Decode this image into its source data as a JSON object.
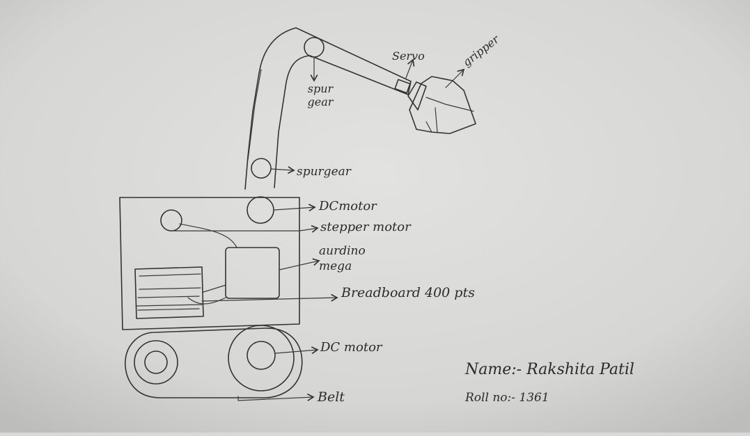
{
  "labels": {
    "servo": "Servo",
    "gripper": "gripper",
    "spur_gear_top": "spur gear",
    "spur_gear_mid": "spurgear",
    "dc_motor_top": "DCmotor",
    "stepper_motor": "stepper motor",
    "arduino_mega": "aurdino mega",
    "breadboard": "Breadboard 400 pts",
    "dc_motor_bottom": "DC motor",
    "belt": "Belt"
  },
  "signature": {
    "name_line": "Name:- Rakshita Patil",
    "roll_line": "Roll no:- 1361"
  },
  "colors": {
    "paper": "#d9d9d7",
    "ink": "#333333"
  }
}
